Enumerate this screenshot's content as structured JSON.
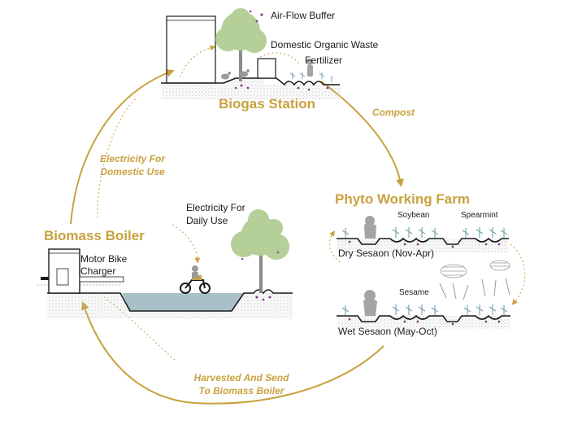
{
  "colors": {
    "gold": "#c9a13f",
    "tree": "#b4cf97",
    "ground": "#dcdcdc",
    "water": "#a9c0c8",
    "crop": "#7aa5b0",
    "flower": "#8a3a8c",
    "line": "#1a1a1a"
  },
  "nodes": {
    "biogas": {
      "title": "Biogas Station",
      "labels": {
        "airflow": "Air-Flow Buffer",
        "waste": "Domestic Organic Waste",
        "fertilizer": "Fertilizer"
      }
    },
    "farm": {
      "title": "Phyto Working Farm",
      "crops": {
        "soybean": "Soybean",
        "spearmint": "Spearmint",
        "sesame": "Sesame"
      },
      "seasons": {
        "dry": "Dry Sesaon (Nov-Apr)",
        "wet": "Wet Sesaon (May-Oct)"
      }
    },
    "boiler": {
      "title": "Biomass Boiler",
      "labels": {
        "electricity_daily_1": "Electricity For",
        "electricity_daily_2": "Daily Use",
        "charger_1": "Motor Bike",
        "charger_2": "Charger"
      }
    }
  },
  "flows": {
    "compost": "Compost",
    "electricity_domestic_1": "Electricity For",
    "electricity_domestic_2": "Domestic Use",
    "harvested_1": "Harvested And Send",
    "harvested_2": "To Biomass Boiler"
  },
  "icons": [
    "tree-icon",
    "person-icon",
    "chicken-icon",
    "motorbike-icon",
    "rain-icon",
    "cloud-icon",
    "building-icon",
    "flower-icon"
  ]
}
